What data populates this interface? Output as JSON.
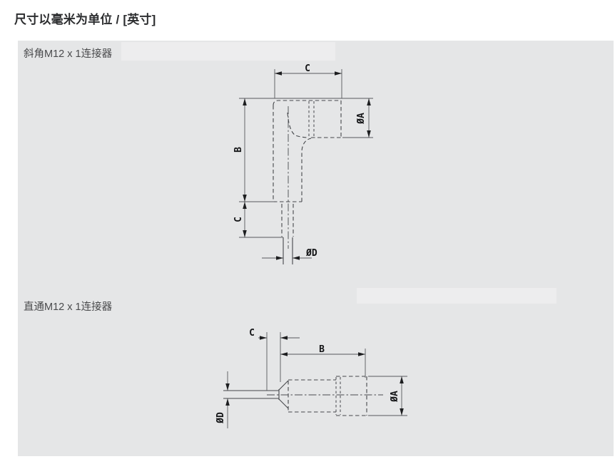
{
  "page": {
    "title": "尺寸以毫米为单位 / [英寸]"
  },
  "colors": {
    "page_bg": "#ffffff",
    "panel_bg": "#e5e6e7",
    "drawing_line": "#45474b",
    "dimension_text": "#141517",
    "title_text": "#2d2e30",
    "section_text": "#4a4b4d"
  },
  "sections": [
    {
      "label": "斜角M12 x 1连接器",
      "type": "right-angle connector drawing",
      "dims": {
        "width_top": "C",
        "height_b": "B",
        "height_c": "C",
        "cable_dia": "ØD",
        "thread_dia": "ØA"
      }
    },
    {
      "label": "直通M12 x 1连接器",
      "type": "straight connector drawing",
      "dims": {
        "rear_c": "C",
        "length_b": "B",
        "cable_dia": "ØD",
        "thread_dia": "ØA"
      }
    }
  ]
}
